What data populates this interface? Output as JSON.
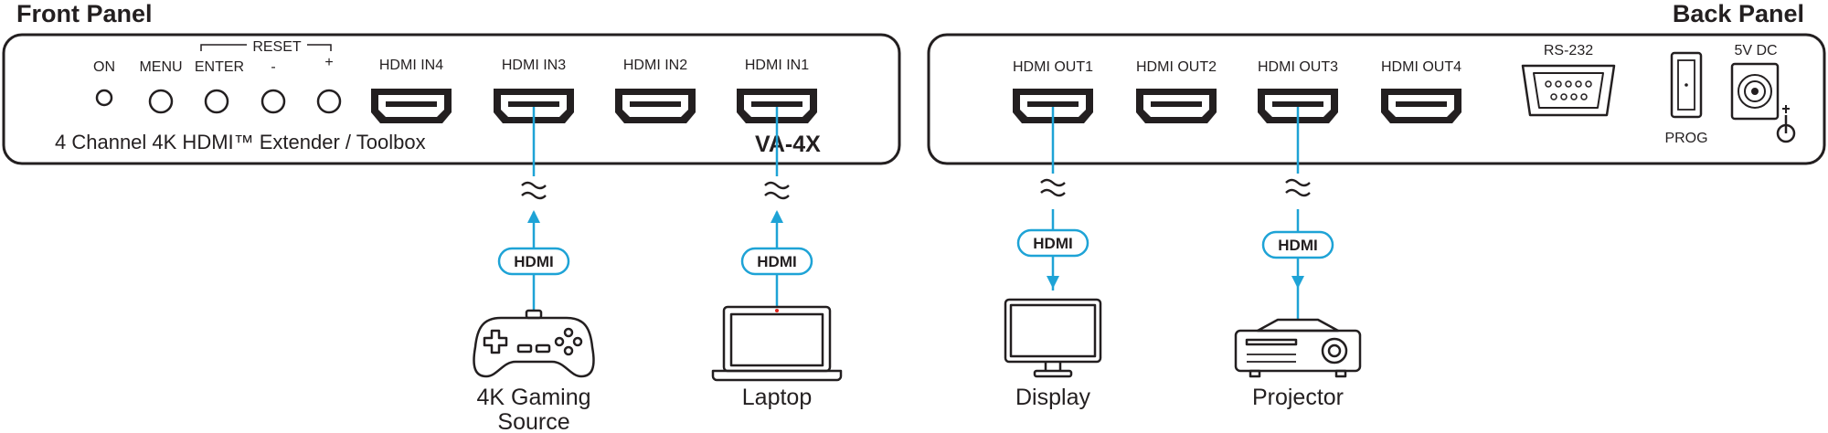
{
  "colors": {
    "accent": "#1ea3d6",
    "outline": "#231f20",
    "panel_fill": "#ffffff"
  },
  "front_panel": {
    "heading": "Front Panel",
    "buttons": [
      {
        "label": "ON",
        "icon": "led-indicator-icon"
      },
      {
        "label": "MENU",
        "icon": "round-button-icon"
      },
      {
        "label": "ENTER",
        "icon": "round-button-icon"
      },
      {
        "label": "-",
        "icon": "round-button-icon"
      },
      {
        "label": "+",
        "icon": "round-button-icon"
      }
    ],
    "reset_label": "RESET",
    "ports": [
      "HDMI IN4",
      "HDMI IN3",
      "HDMI IN2",
      "HDMI IN1"
    ],
    "subtitle": "4 Channel 4K HDMI™ Extender / Toolbox",
    "model": "VA-4X"
  },
  "back_panel": {
    "heading": "Back Panel",
    "ports": [
      "HDMI OUT1",
      "HDMI OUT2",
      "HDMI OUT3",
      "HDMI OUT4"
    ],
    "rs232_label": "RS-232",
    "prog_label": "PROG",
    "power_label": "5V DC"
  },
  "cable_tag": "HDMI",
  "devices": [
    {
      "label_line1": "4K Gaming",
      "label_line2": "Source",
      "icon": "gamepad-icon",
      "port": "HDMI IN3",
      "direction": "in"
    },
    {
      "label_line1": "Laptop",
      "label_line2": "",
      "icon": "laptop-icon",
      "port": "HDMI IN1",
      "direction": "in"
    },
    {
      "label_line1": "Display",
      "label_line2": "",
      "icon": "monitor-icon",
      "port": "HDMI OUT1",
      "direction": "out"
    },
    {
      "label_line1": "Projector",
      "label_line2": "",
      "icon": "projector-icon",
      "port": "HDMI OUT3",
      "direction": "out"
    }
  ]
}
